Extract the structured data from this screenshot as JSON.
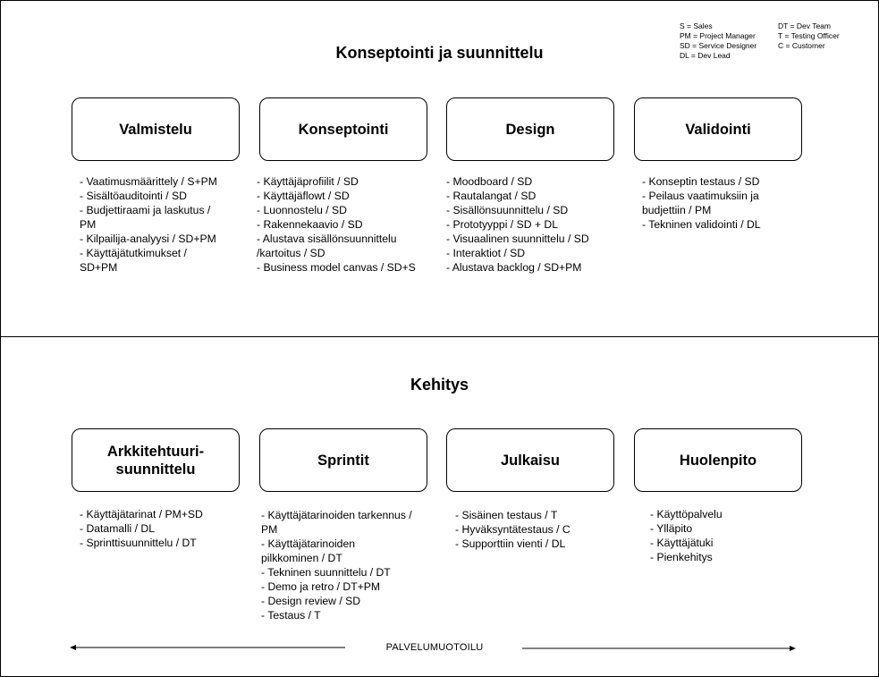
{
  "legend": {
    "left": [
      "S = Sales",
      "PM = Project Manager",
      "SD = Service Designer",
      "DL = Dev Lead"
    ],
    "right": [
      "DT = Dev Team",
      "T = Testing Officer",
      "C = Customer"
    ]
  },
  "sections": [
    {
      "title": "Konseptointi ja suunnittelu",
      "phases": [
        {
          "title": "Valmistelu",
          "items": [
            "- Vaatimusmäärittely / S+PM",
            "- Sisältöauditointi / SD",
            "- Budjettiraami ja laskutus /",
            "PM",
            "- Kilpailija-analyysi / SD+PM",
            "- Käyttäjätutkimukset /",
            "SD+PM"
          ]
        },
        {
          "title": "Konseptointi",
          "items": [
            "- Käyttäjäprofiilit / SD",
            "- Käyttäjäflowt / SD",
            "- Luonnostelu / SD",
            "- Rakennekaavio / SD",
            "- Alustava sisällönsuunnittelu",
            "/kartoitus / SD",
            "- Business model canvas / SD+S"
          ]
        },
        {
          "title": "Design",
          "items": [
            "- Moodboard / SD",
            "- Rautalangat / SD",
            "- Sisällönsuunnittelu / SD",
            "- Prototyyppi / SD + DL",
            "- Visuaalinen suunnittelu / SD",
            "- Interaktiot / SD",
            "- Alustava backlog / SD+PM"
          ]
        },
        {
          "title": "Validointi",
          "items": [
            "- Konseptin testaus / SD",
            "- Peilaus vaatimuksiin ja",
            "budjettiin / PM",
            "- Tekninen validointi / DL"
          ]
        }
      ]
    },
    {
      "title": "Kehitys",
      "phases": [
        {
          "title": "Arkkitehtuuri-suunnittelu",
          "items": [
            "- Käyttäjätarinat / PM+SD",
            "- Datamalli / DL",
            "- Sprinttisuunnittelu / DT"
          ]
        },
        {
          "title": "Sprintit",
          "items": [
            "- Käyttäjätarinoiden tarkennus /",
            "PM",
            "- Käyttäjätarinoiden",
            "pilkkominen / DT",
            "- Tekninen suunnittelu / DT",
            "- Demo ja retro / DT+PM",
            "- Design review / SD",
            "- Testaus / T"
          ]
        },
        {
          "title": "Julkaisu",
          "items": [
            "- Sisäinen testaus / T",
            "- Hyväksyntätestaus / C",
            "- Supporttiin vienti / DL"
          ]
        },
        {
          "title": "Huolenpito",
          "items": [
            "- Käyttöpalvelu",
            "- Ylläpito",
            "- Käyttäjätuki",
            "- Pienkehitys"
          ]
        }
      ]
    }
  ],
  "footer": {
    "label": "PALVELUMUOTOILU"
  }
}
